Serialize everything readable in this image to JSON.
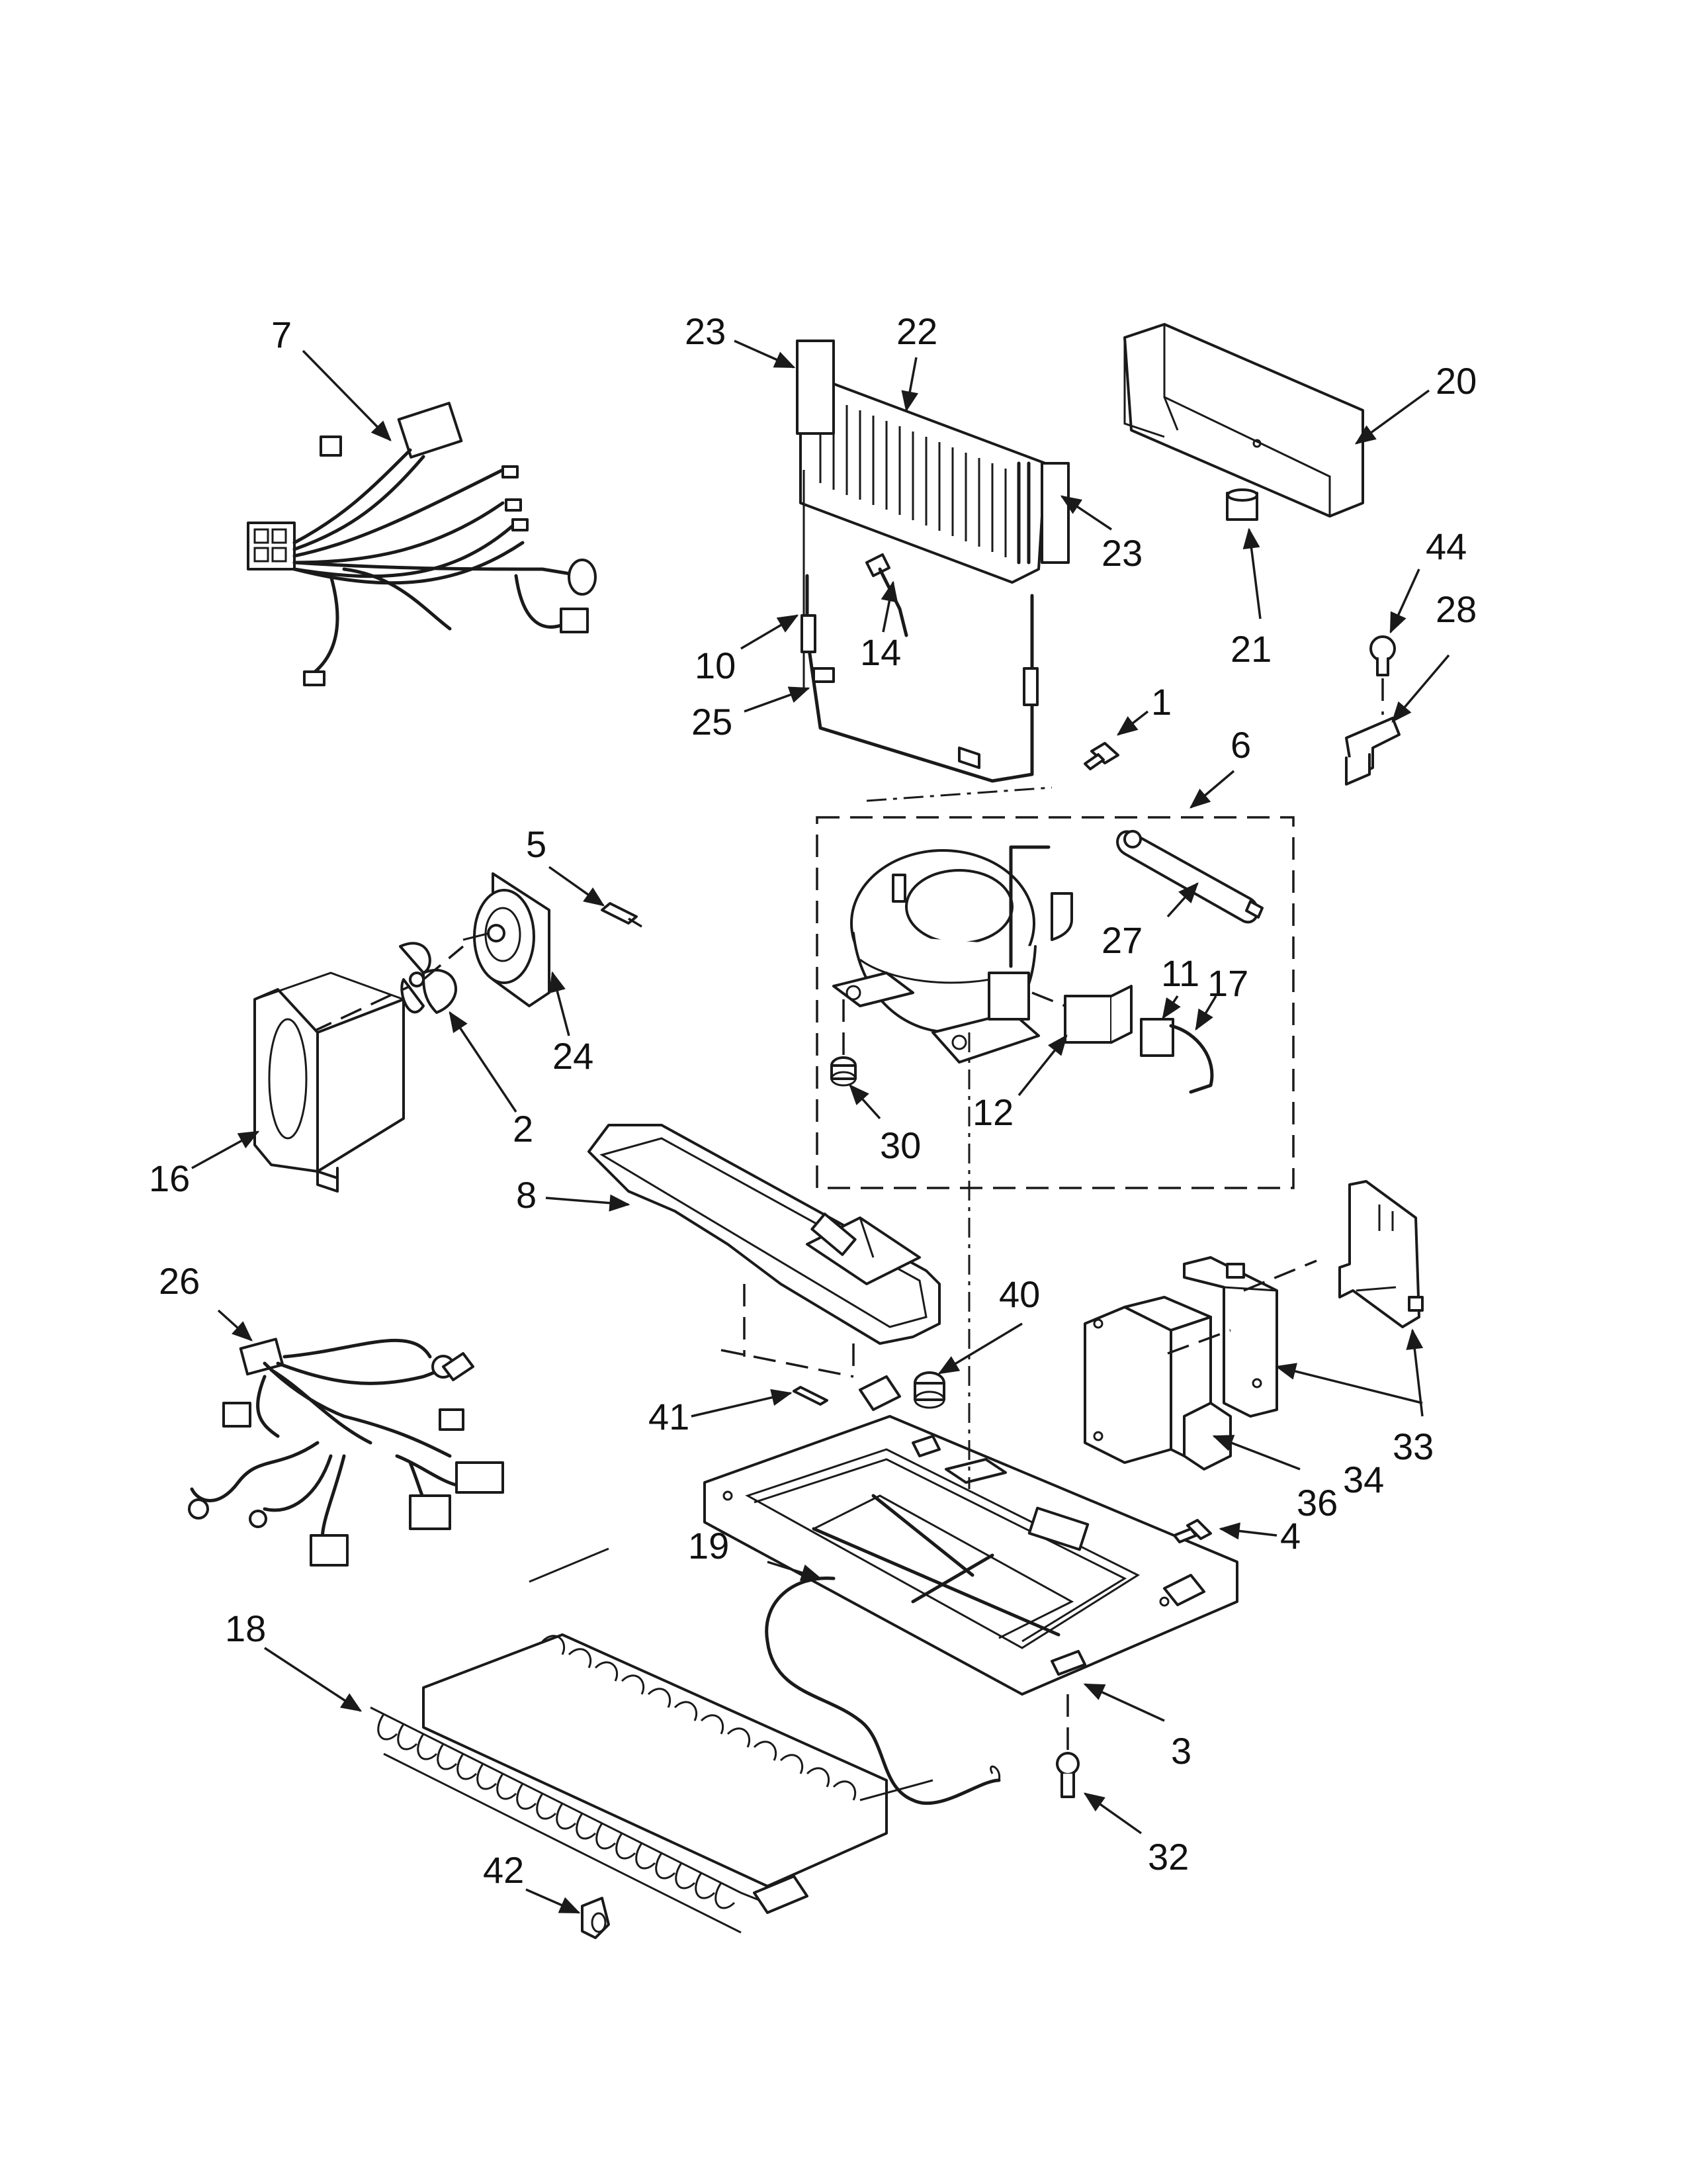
{
  "callouts": {
    "c1": "1",
    "c2": "2",
    "c3": "3",
    "c4": "4",
    "c5": "5",
    "c6": "6",
    "c7": "7",
    "c8": "8",
    "c10": "10",
    "c11": "11",
    "c12": "12",
    "c14": "14",
    "c16": "16",
    "c17": "17",
    "c18": "18",
    "c19": "19",
    "c20": "20",
    "c21": "21",
    "c22": "22",
    "c23a": "23",
    "c23b": "23",
    "c24": "24",
    "c25": "25",
    "c26": "26",
    "c27": "27",
    "c28": "28",
    "c30": "30",
    "c32": "32",
    "c33": "33",
    "c34": "34",
    "c36": "36",
    "c40": "40",
    "c41": "41",
    "c42": "42",
    "c44": "44"
  }
}
